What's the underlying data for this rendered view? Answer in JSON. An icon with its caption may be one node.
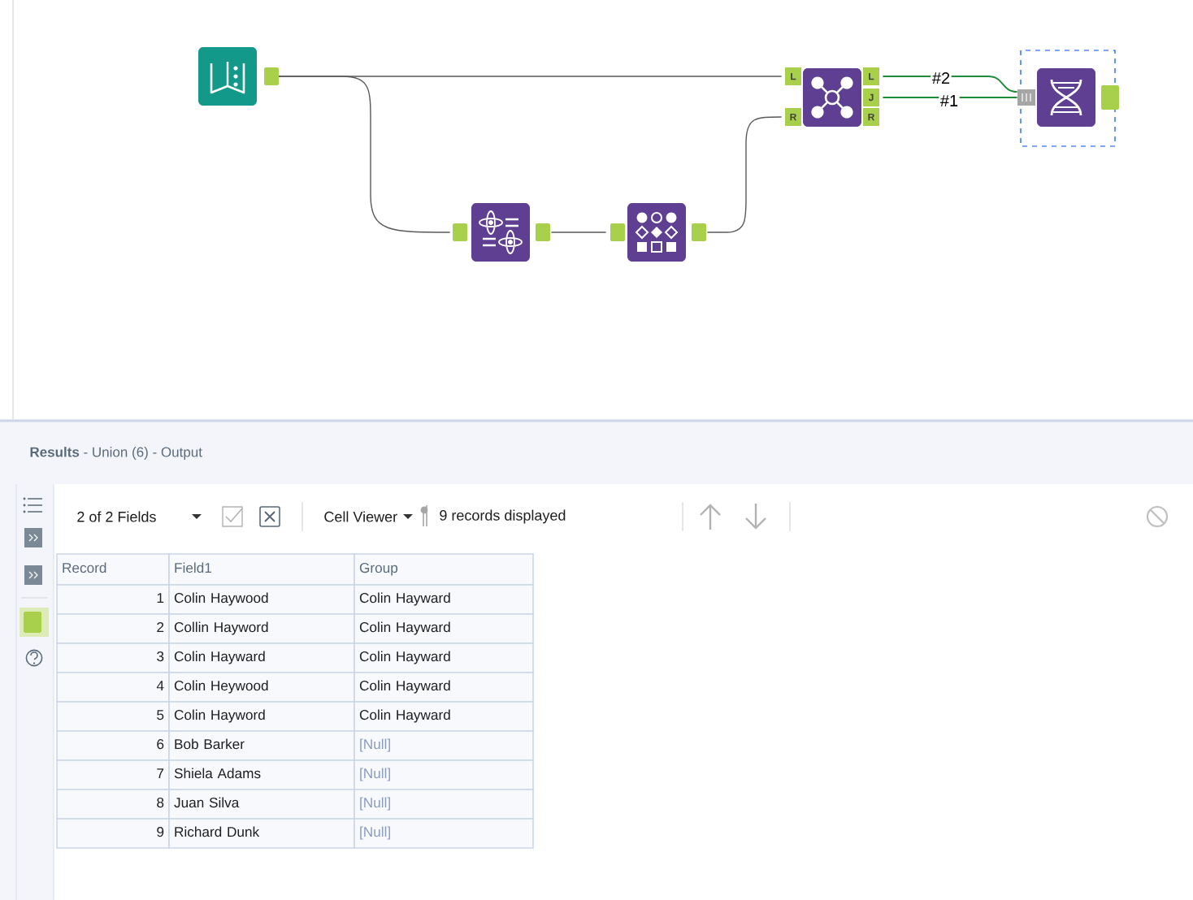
{
  "diagram": {
    "nodes": [
      {
        "text": [],
        "shape": "picture"
      },
      {
        "text": [],
        "shape": "picture"
      },
      {
        "text": [],
        "shape": "picture"
      },
      {
        "text": [],
        "shape": "picture",
        "beside": [
          "L",
          "L",
          "J",
          "R",
          "R"
        ]
      },
      {
        "text": [],
        "shape": "picture"
      }
    ],
    "edges": [
      {
        "from": 0,
        "to": 3,
        "arrow": "none"
      },
      {
        "from": 0,
        "to": 1,
        "arrow": "none"
      },
      {
        "from": 1,
        "to": 2,
        "arrow": "none"
      },
      {
        "from": 2,
        "to": 3,
        "arrow": "none"
      },
      {
        "from": 3,
        "to": 4,
        "arrow": "none",
        "label": "#2",
        "color": "#1e8c3a"
      },
      {
        "from": 3,
        "to": 4,
        "arrow": "none",
        "label": "#1",
        "color": "#1e8c3a"
      }
    ],
    "labels": [
      "**Results** - Union (6) - Output",
      "2 of 2 Fields",
      "Cell Viewer",
      "9 records displayed",
      "Record",
      "Field1",
      "Group",
      "1",
      "Colin Haywood",
      "Colin Hayward",
      "2",
      "Collin Hayword",
      "Colin Hayward",
      "3",
      "Colin Hayward",
      "Colin Hayward",
      "4",
      "Colin Heywood",
      "Colin Hayward",
      "5",
      "Colin Hayword",
      "Colin Hayward",
      "6",
      "Bob Barker",
      "[Null]",
      "7",
      "Shiela Adams",
      "[Null]",
      "8",
      "Juan Silva",
      "[Null]",
      "9",
      "Richard Dunk",
      "[Null]"
    ]
  }
}
